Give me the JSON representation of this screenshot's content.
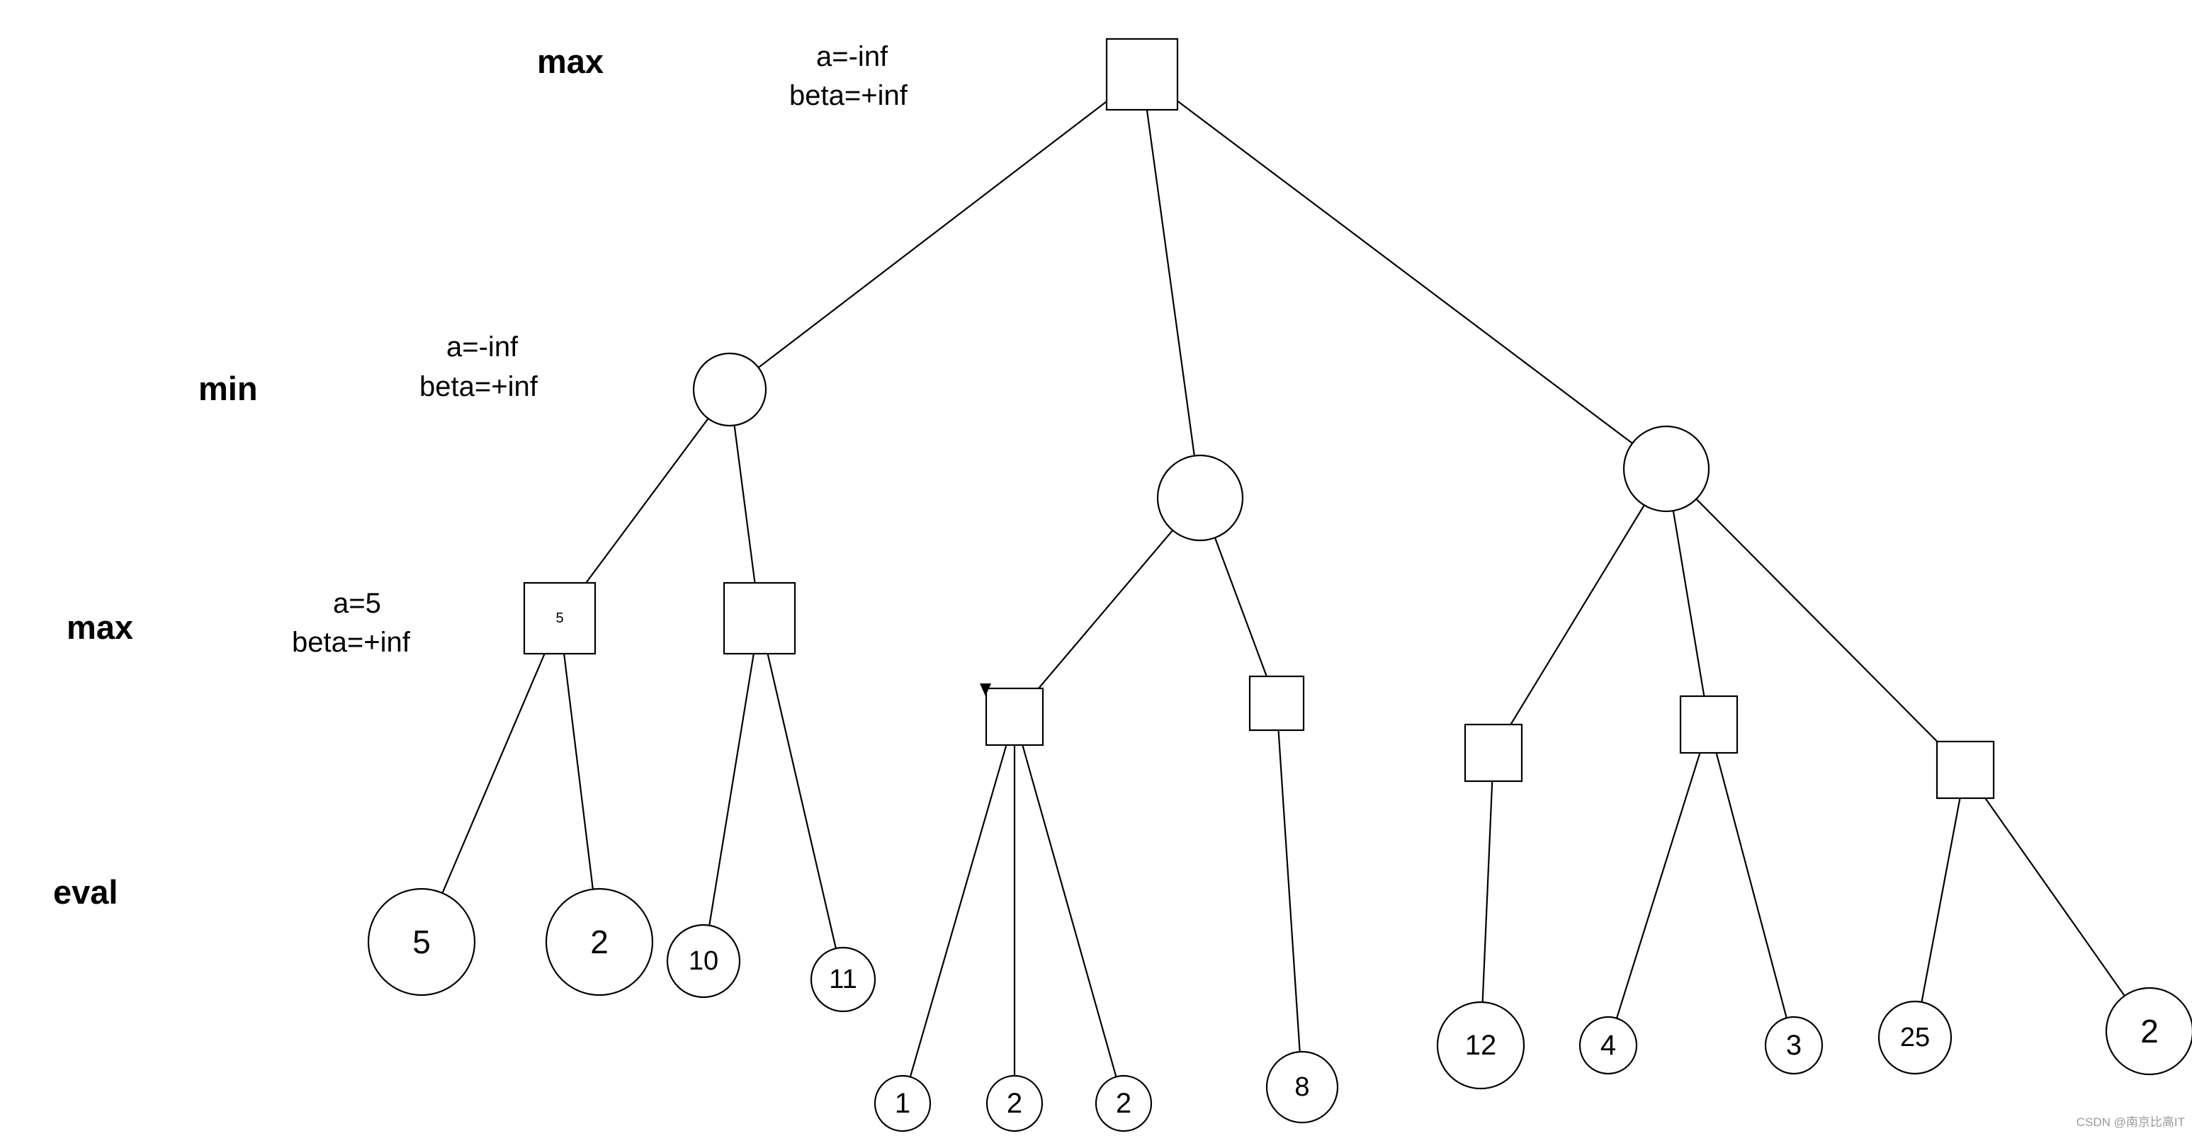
{
  "levels": [
    "max",
    "min",
    "max",
    "eval"
  ],
  "annotations": [
    [
      "a=-inf",
      "beta=+inf"
    ],
    [
      "a=-inf",
      "beta=+inf"
    ],
    [
      "a=5",
      "beta=+inf"
    ]
  ],
  "nodes": {
    "root": {
      "shape": "square",
      "label": ""
    },
    "min_left": {
      "shape": "circle",
      "label": ""
    },
    "min_mid": {
      "shape": "circle",
      "label": ""
    },
    "min_right": {
      "shape": "circle",
      "label": ""
    },
    "max_1": {
      "shape": "square",
      "label": "5"
    },
    "max_2": {
      "shape": "square",
      "label": ""
    },
    "max_3": {
      "shape": "square",
      "label": ""
    },
    "max_4": {
      "shape": "square",
      "label": ""
    },
    "max_5": {
      "shape": "square",
      "label": ""
    },
    "max_6": {
      "shape": "square",
      "label": ""
    },
    "max_7": {
      "shape": "square",
      "label": ""
    },
    "leaf_5": {
      "shape": "circle",
      "label": "5"
    },
    "leaf_2a": {
      "shape": "circle",
      "label": "2"
    },
    "leaf_10": {
      "shape": "circle",
      "label": "10"
    },
    "leaf_11": {
      "shape": "circle",
      "label": "11"
    },
    "leaf_1": {
      "shape": "circle",
      "label": "1"
    },
    "leaf_2b": {
      "shape": "circle",
      "label": "2"
    },
    "leaf_2c": {
      "shape": "circle",
      "label": "2"
    },
    "leaf_8": {
      "shape": "circle",
      "label": "8"
    },
    "leaf_12": {
      "shape": "circle",
      "label": "12"
    },
    "leaf_4": {
      "shape": "circle",
      "label": "4"
    },
    "leaf_3": {
      "shape": "circle",
      "label": "3"
    },
    "leaf_25": {
      "shape": "circle",
      "label": "25"
    },
    "leaf_2d": {
      "shape": "circle",
      "label": "2"
    }
  },
  "edges": [
    [
      "root",
      "min_left"
    ],
    [
      "root",
      "min_mid"
    ],
    [
      "root",
      "min_right"
    ],
    [
      "min_left",
      "max_1"
    ],
    [
      "min_left",
      "max_2"
    ],
    [
      "min_mid",
      "max_3"
    ],
    [
      "min_mid",
      "max_4"
    ],
    [
      "min_right",
      "max_5"
    ],
    [
      "min_right",
      "max_6"
    ],
    [
      "min_right",
      "max_7"
    ],
    [
      "max_1",
      "leaf_5"
    ],
    [
      "max_1",
      "leaf_2a"
    ],
    [
      "max_2",
      "leaf_10"
    ],
    [
      "max_2",
      "leaf_11"
    ],
    [
      "max_3",
      "leaf_1"
    ],
    [
      "max_3",
      "leaf_2b"
    ],
    [
      "max_3",
      "leaf_2c"
    ],
    [
      "max_4",
      "leaf_8"
    ],
    [
      "max_5",
      "leaf_12"
    ],
    [
      "max_6",
      "leaf_4"
    ],
    [
      "max_6",
      "leaf_3"
    ],
    [
      "max_7",
      "leaf_25"
    ],
    [
      "max_7",
      "leaf_2d"
    ]
  ],
  "watermark": "CSDN @南京比高IT"
}
